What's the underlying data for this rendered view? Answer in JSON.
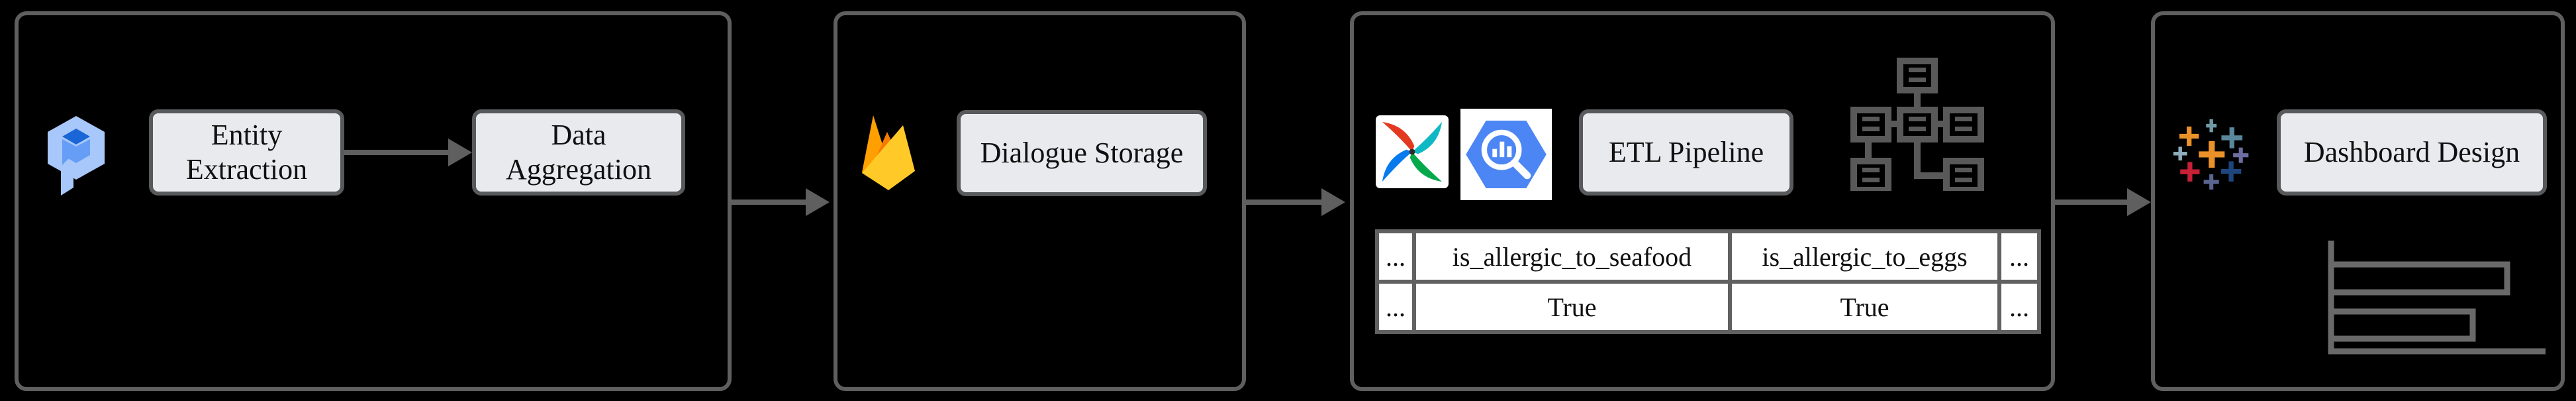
{
  "diagram_title": "conversational-data-analytics-pipeline",
  "nodes": {
    "entity_extraction": "Entity Extraction",
    "data_aggregation": "Data Aggregation",
    "dialogue_storage": "Dialogue Storage",
    "etl_pipeline": "ETL Pipeline",
    "dashboard_design": "Dashboard Design"
  },
  "table": {
    "header": [
      "...",
      "is_allergic_to_seafood",
      "is_allergic_to_eggs",
      "..."
    ],
    "rows": [
      [
        "...",
        "True",
        "True",
        "..."
      ]
    ]
  },
  "icons": {
    "panel1": "dialogflow-icon",
    "panel2": "firebase-icon",
    "panel3_left": "airflow-icon",
    "panel3_right": "bigquery-icon",
    "panel3_dag": "dag-tree-icon",
    "panel4": "tableau-icon",
    "panel4_chart": "bar-chart-icon"
  },
  "colors": {
    "background": "#000000",
    "panel_border": "#5f5f5f",
    "node_fill": "#e9eaee",
    "node_border": "#58595b",
    "arrow": "#5f5f5f",
    "table_border": "#616161",
    "table_cell_fill": "#ffffff",
    "text": "#101010",
    "dialogflow_light": "#a8c7fa",
    "dialogflow_mid": "#669df6",
    "dialogflow_dark": "#1a66d6",
    "firebase_yellow": "#ffca28",
    "firebase_orange": "#ffa000",
    "firebase_deep_orange": "#f57c00",
    "airflow_red": "#e43921",
    "airflow_teal": "#0fb8c5",
    "airflow_blue": "#077bee",
    "airflow_green": "#04a94c",
    "bigquery_blue": "#4c86f5",
    "tableau_orange": "#eb9129",
    "tableau_red": "#c72037",
    "tableau_navy": "#1f457e",
    "tableau_slate": "#5b6591",
    "tableau_steel": "#59879b",
    "tableau_teal": "#7099a6",
    "gray_icon": "#595959"
  }
}
